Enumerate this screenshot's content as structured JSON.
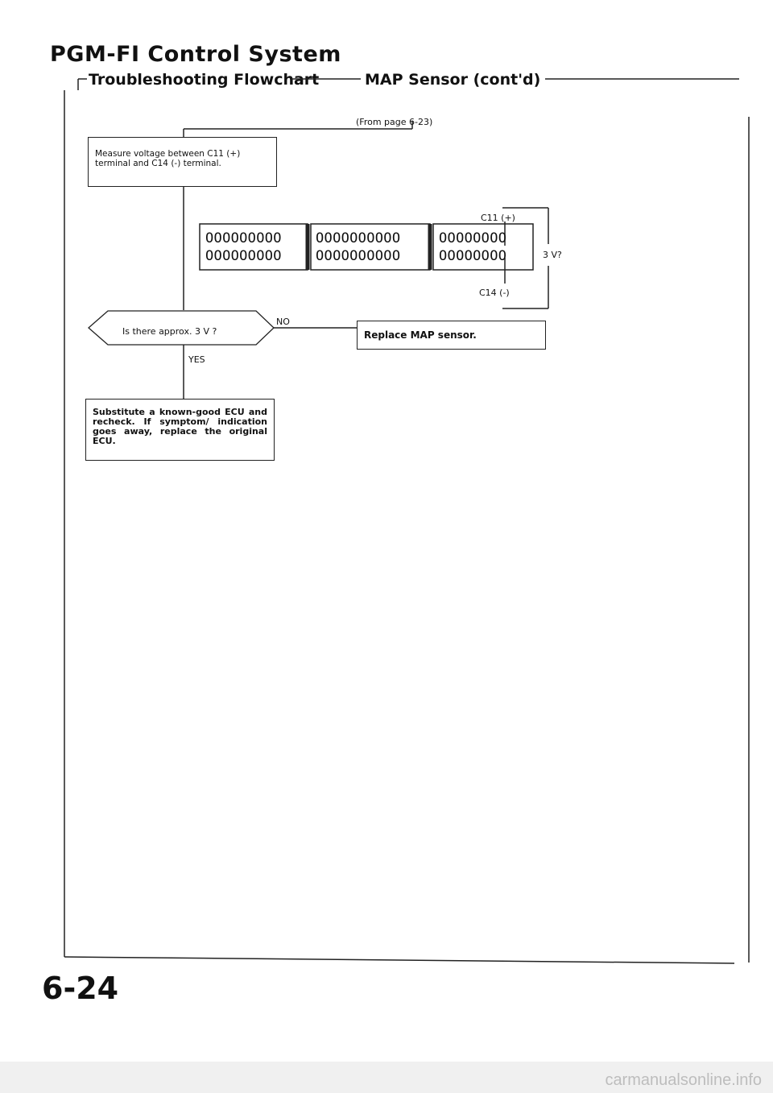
{
  "header": {
    "title": "PGM-FI Control System",
    "subtitle_left": "Troubleshooting Flowchart",
    "subtitle_right": "MAP Sensor (cont'd)"
  },
  "flow": {
    "from_ref": "(From page 6-23)",
    "measure_box": "Measure voltage between C11 (+) terminal and C14 (-) terminal.",
    "decision": "Is there approx. 3 V ?",
    "no_label": "NO",
    "yes_label": "YES",
    "replace_box": "Replace MAP sensor.",
    "substitute_box": "Substitute a known-good ECU and recheck. If symptom/ indication goes away, replace the original ECU."
  },
  "connector": {
    "block1_row1": "OOOOOOOOO",
    "block1_row2": "OOOOOOOOO",
    "block2_row1": "OOOOOOOOOO",
    "block2_row2": "OOOOOOOOOO",
    "block3_row1": "OOOOOOOO",
    "block3_row2": "OOOOOOOO",
    "c11_label": "C11 (+)",
    "c14_label": "C14 (-)",
    "voltage_label": "3 V?"
  },
  "page_number": "6-24",
  "footer": "carmanualsonline.info"
}
